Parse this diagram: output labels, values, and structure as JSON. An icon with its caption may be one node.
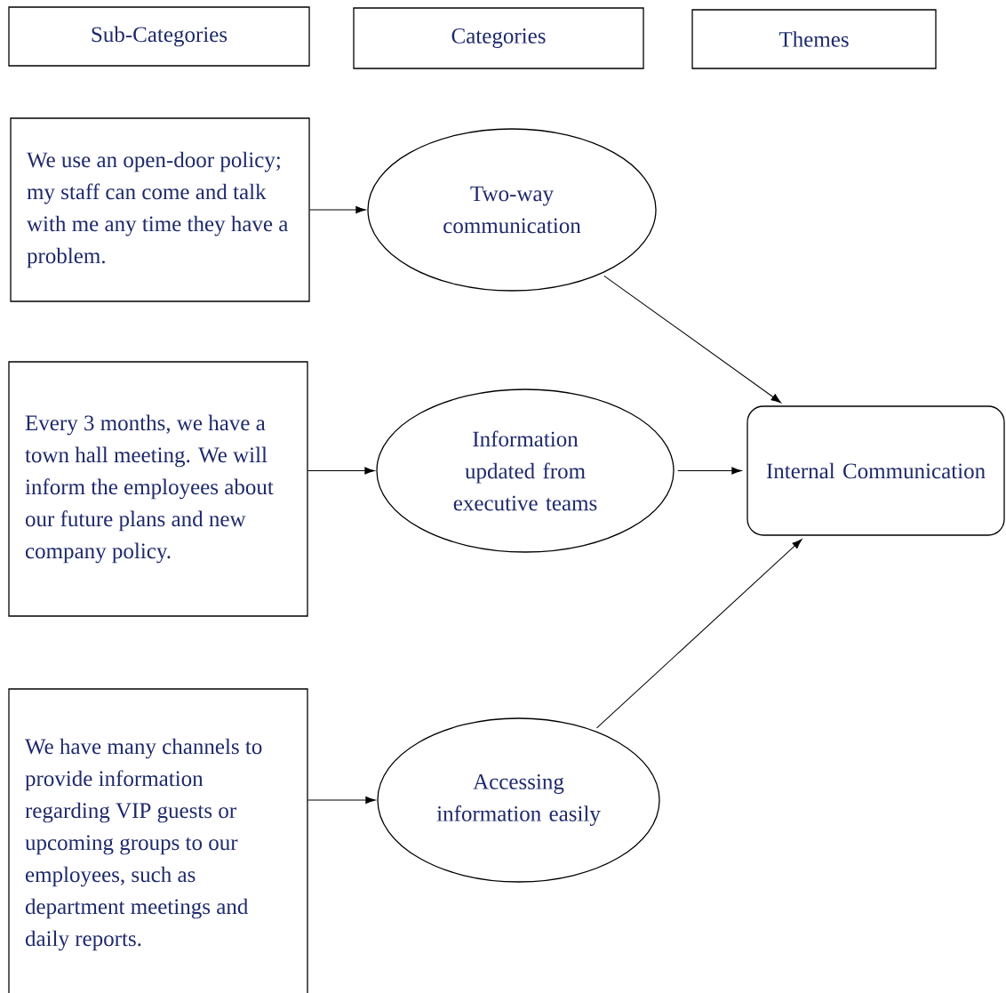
{
  "diagram": {
    "nodes": [
      {
        "text": [
          "Sub-Categories"
        ]
      },
      {
        "text": [
          "Categories"
        ]
      },
      {
        "text": [
          "Themes"
        ]
      },
      {
        "text": [
          "We use an open-door policy; my staff can come and talk with me any time they have a problem."
        ]
      },
      {
        "text": [
          "Two-way communication"
        ]
      },
      {
        "text": [
          "Every 3 months, we have a town hall meeting. We will inform the employees about our future plans and new company policy."
        ]
      },
      {
        "text": [
          "Information updated from executive teams"
        ]
      },
      {
        "text": [
          "We have many channels to provide information regarding VIP guests or upcoming groups to our employees, such as department meetings and daily reports."
        ]
      },
      {
        "text": [
          "Accessing information easily"
        ]
      },
      {
        "text": [
          "Internal Communication"
        ]
      }
    ],
    "edges": [
      {
        "from": 3,
        "to": 4,
        "arrow": "to"
      },
      {
        "from": 5,
        "to": 6,
        "arrow": "to"
      },
      {
        "from": 7,
        "to": 8,
        "arrow": "to"
      },
      {
        "from": 4,
        "to": 9,
        "arrow": "to"
      },
      {
        "from": 6,
        "to": 9,
        "arrow": "to"
      },
      {
        "from": 8,
        "to": 9,
        "arrow": "to"
      }
    ]
  }
}
